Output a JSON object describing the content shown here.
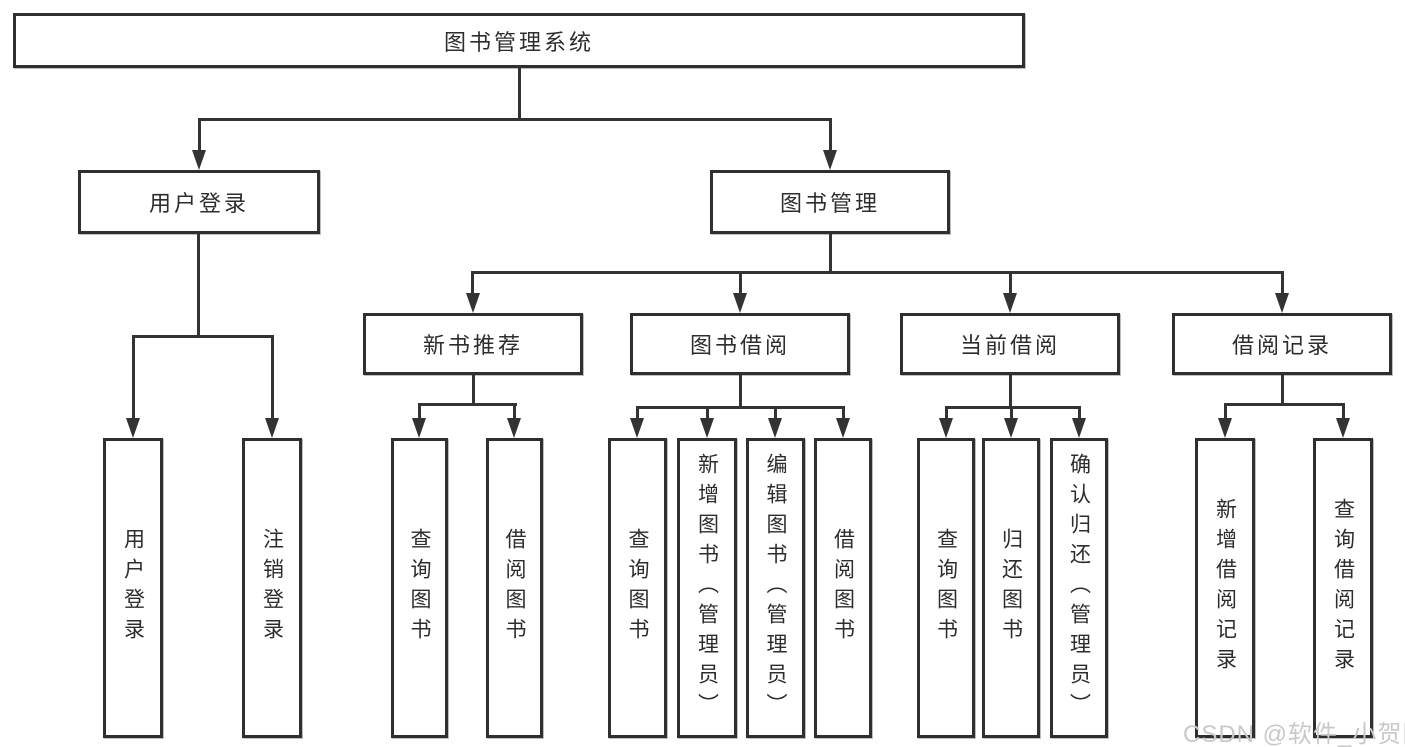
{
  "title": "图书管理系统",
  "branches": {
    "login": {
      "label": "用户登录",
      "leaves": [
        "用户登录",
        "注销登录"
      ]
    },
    "mgmt": {
      "label": "图书管理",
      "groups": [
        {
          "label": "新书推荐",
          "leaves": [
            "查询图书",
            "借阅图书"
          ]
        },
        {
          "label": "图书借阅",
          "leaves": [
            "查询图书",
            "新增图书（管理员）",
            "编辑图书（管理员）",
            "借阅图书"
          ]
        },
        {
          "label": "当前借阅",
          "leaves": [
            "查询图书",
            "归还图书",
            "确认归还（管理员）"
          ]
        },
        {
          "label": "借阅记录",
          "leaves": [
            "新增借阅记录",
            "查询借阅记录"
          ]
        }
      ]
    }
  },
  "watermark": {
    "text": "CSDN @软件_小贺同学"
  },
  "colors": {
    "line": "#333333",
    "text": "#2d2d2d",
    "watermark": "#c9c9c9",
    "background": "#ffffff"
  }
}
